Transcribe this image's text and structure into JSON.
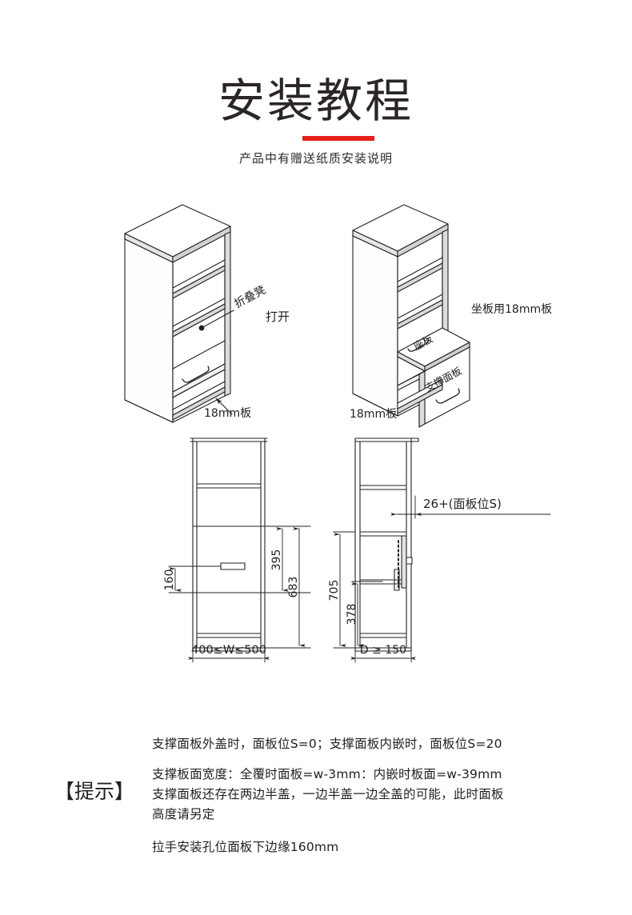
{
  "header": {
    "title": "安装教程",
    "subtitle": "产品中有赠送纸质安装说明",
    "rule_color": "#e8201c"
  },
  "diagrams": {
    "iso_closed": {
      "name": "折叠凳柜体-关闭状态",
      "labels": {
        "stool": "折叠凳",
        "open": "打开",
        "board_18mm": "18mm板"
      }
    },
    "iso_open": {
      "name": "折叠凳柜体-打开状态",
      "labels": {
        "seat_board": "座板",
        "support_panel": "支撑面板",
        "seat_material": "坐板用18mm板",
        "board_18mm": "18mm板"
      }
    },
    "front_view": {
      "name": "正视图",
      "dims": {
        "handle_height": "160",
        "door_height": "395",
        "total_height": "683",
        "width_range": "400≤W≤500"
      }
    },
    "side_view": {
      "name": "侧视图",
      "dims": {
        "upper_height": "705",
        "lower_height": "378",
        "depth_range": "D ≥ 150",
        "panel_offset": "26+(面板位S)"
      }
    }
  },
  "notes": {
    "tip_label": "【提示】",
    "lines": [
      "支撑面板外盖时，面板位S=0；支撑面板内嵌时，面板位S=20",
      "支撑板面宽度：全覆时面板=w-3mm：内嵌时板面=w-39mm",
      "支撑面板还存在两边半盖，一边半盖一边全盖的可能，此时面板",
      "高度请另定",
      "拉手安装孔位面板下边缘160mm"
    ]
  },
  "style": {
    "line_color": "#231f20",
    "shade_color": "#d9d9d9"
  }
}
